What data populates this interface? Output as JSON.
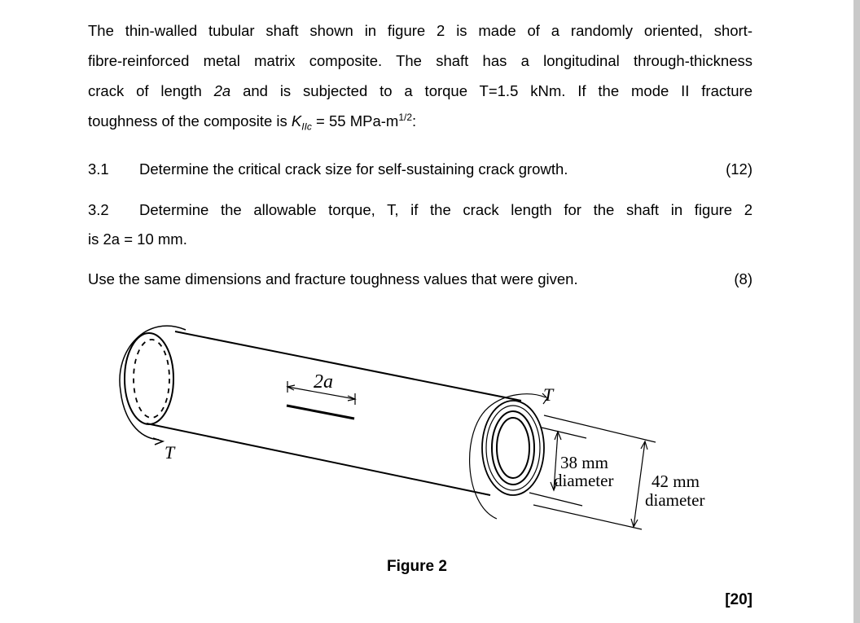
{
  "intro": {
    "line1": "The thin-walled tubular shaft shown in figure 2 is made of a randomly oriented, short-",
    "line2": "fibre-reinforced metal matrix composite. The shaft has a longitudinal through-thickness",
    "line3_a": "crack of length ",
    "line3_var": "2a",
    "line3_b": " and is subjected to a torque T=1.5 kNm. If the mode II fracture",
    "line4_a": "toughness of the composite is ",
    "line4_k": "K",
    "line4_sub": "IIc",
    "line4_b": " = 55 MPa-m",
    "line4_sup": "1/2",
    "line4_c": ":"
  },
  "q1": {
    "num": "3.1",
    "text": "Determine the critical crack size for self-sustaining crack growth.",
    "marks": "(12)"
  },
  "q2": {
    "num": "3.2",
    "text1": "Determine the allowable torque, T, if the crack length for the shaft in figure 2",
    "text2": "is 2a = 10 mm."
  },
  "note": {
    "text": "Use the same dimensions and fracture toughness values that were given.",
    "marks": "(8)"
  },
  "figure": {
    "crack_label": "2a",
    "torque_left": "T",
    "torque_right": "T",
    "inner_dim_value": "38 mm",
    "inner_dim_unit": "diameter",
    "outer_dim_value": "42 mm",
    "outer_dim_unit": "diameter",
    "caption": "Figure 2"
  },
  "total_marks": "[20]"
}
